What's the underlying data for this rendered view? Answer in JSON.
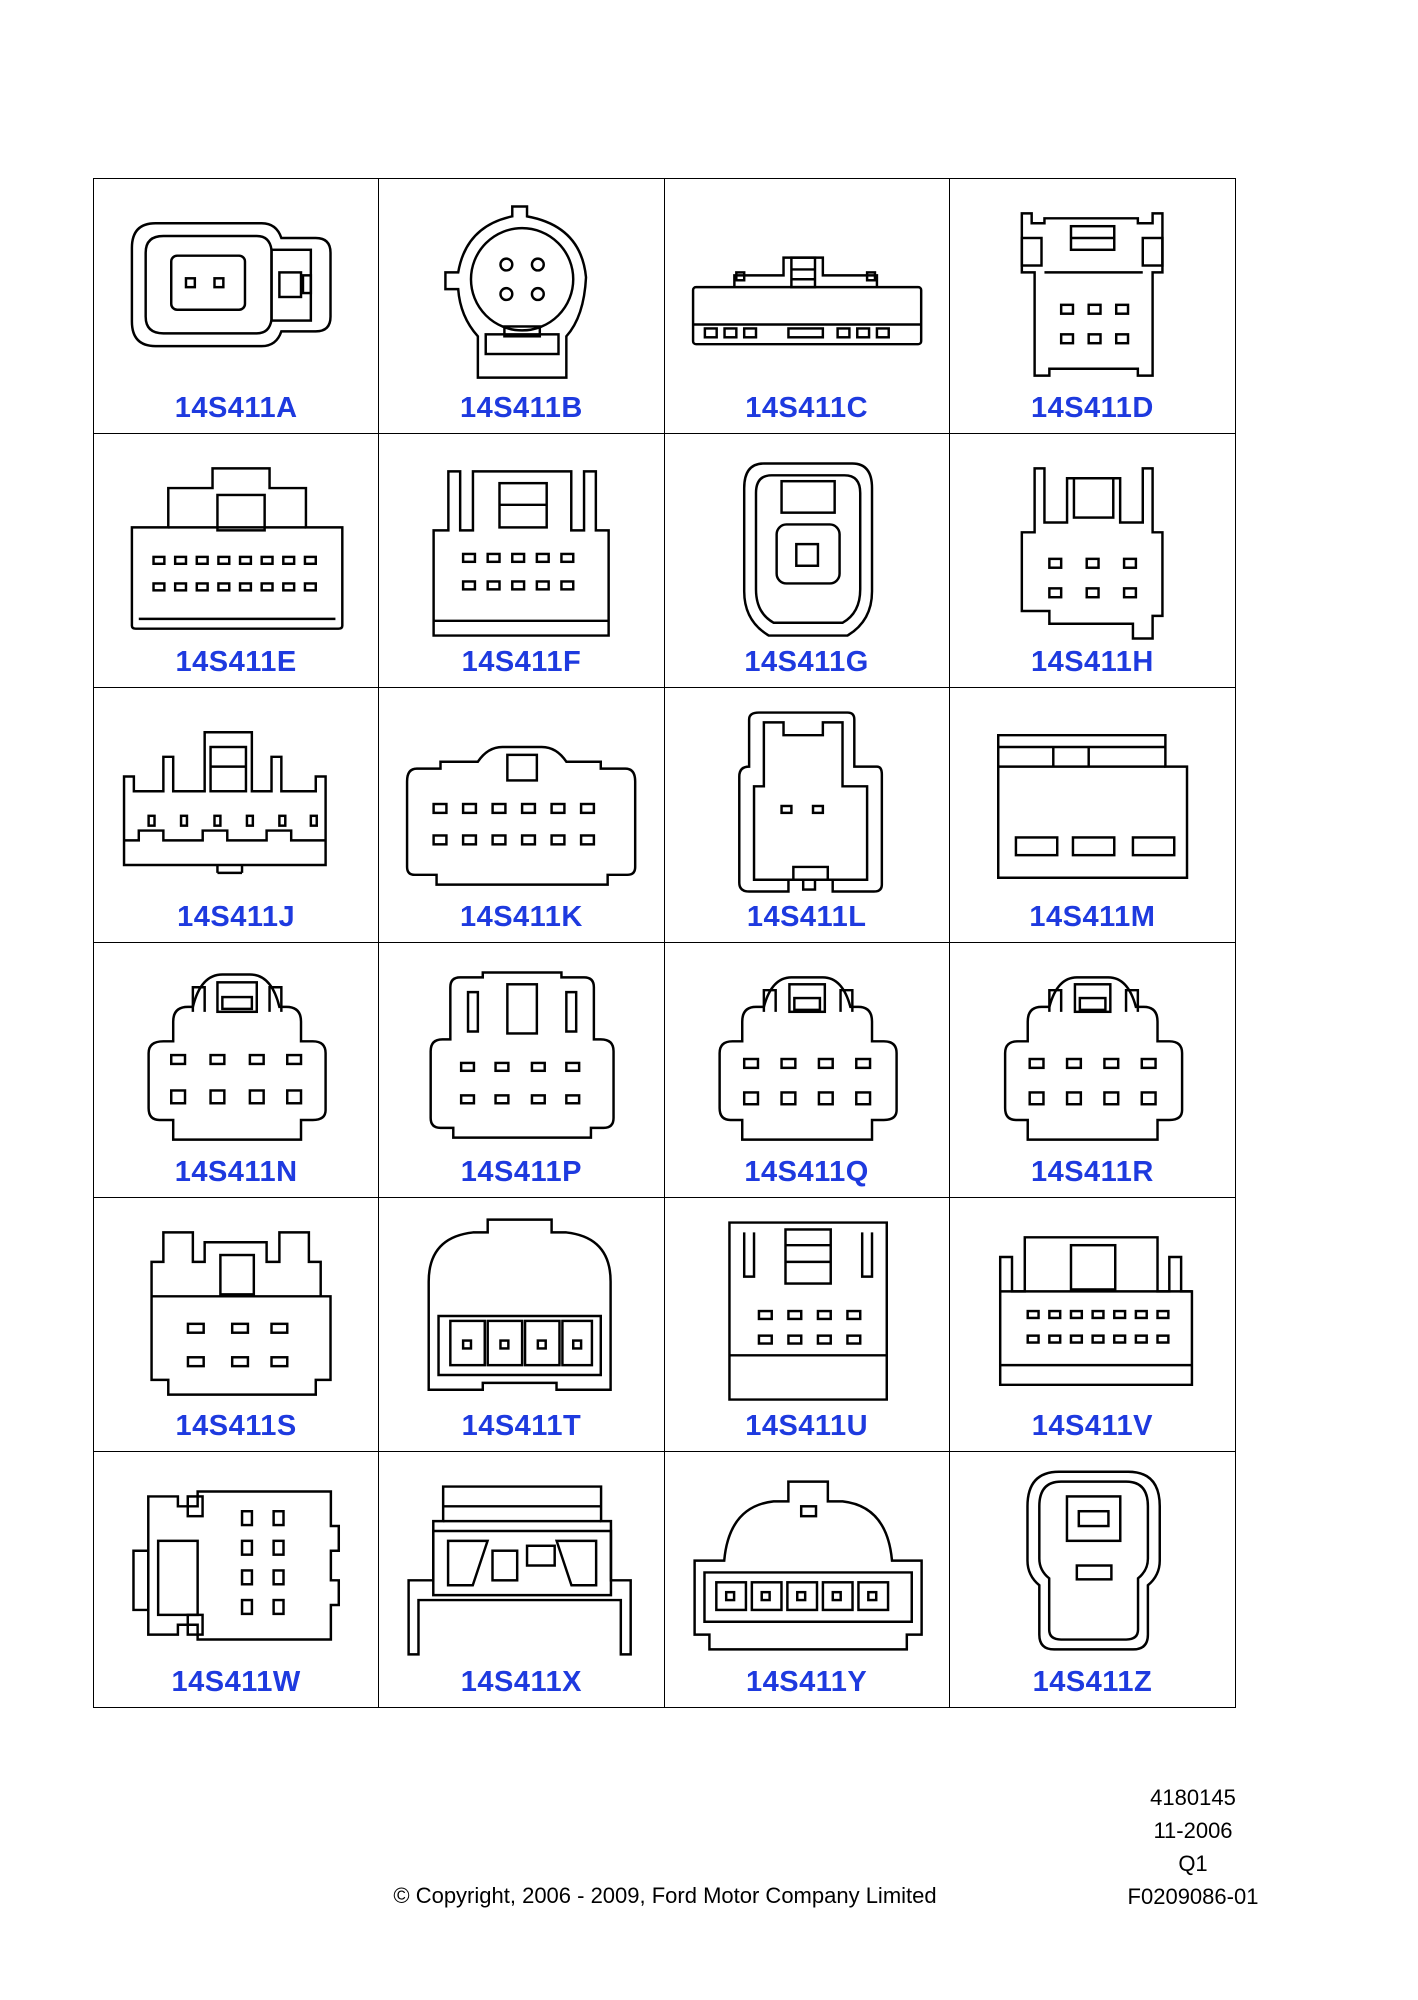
{
  "connectors": [
    {
      "label": "14S411A",
      "icon": "connector-2pin-oval-icon"
    },
    {
      "label": "14S411B",
      "icon": "connector-4pin-round-icon"
    },
    {
      "label": "14S411C",
      "icon": "connector-flat-strip-icon"
    },
    {
      "label": "14S411D",
      "icon": "connector-6pin-latched-icon"
    },
    {
      "label": "14S411E",
      "icon": "connector-16pin-icon"
    },
    {
      "label": "14S411F",
      "icon": "connector-10pin-icon"
    },
    {
      "label": "14S411G",
      "icon": "connector-1pin-sealed-icon"
    },
    {
      "label": "14S411H",
      "icon": "connector-6pin-icon"
    },
    {
      "label": "14S411J",
      "icon": "connector-comb-icon"
    },
    {
      "label": "14S411K",
      "icon": "connector-12pin-icon"
    },
    {
      "label": "14S411L",
      "icon": "connector-2pin-stepped-icon"
    },
    {
      "label": "14S411M",
      "icon": "connector-3pin-block-icon"
    },
    {
      "label": "14S411N",
      "icon": "connector-8pin-icon"
    },
    {
      "label": "14S411P",
      "icon": "connector-8pin-latched-icon"
    },
    {
      "label": "14S411Q",
      "icon": "connector-8pin-icon"
    },
    {
      "label": "14S411R",
      "icon": "connector-8pin-icon"
    },
    {
      "label": "14S411S",
      "icon": "connector-6pin-icon"
    },
    {
      "label": "14S411T",
      "icon": "connector-4pin-dome-icon"
    },
    {
      "label": "14S411U",
      "icon": "connector-8pin-latched-icon"
    },
    {
      "label": "14S411V",
      "icon": "connector-14pin-icon"
    },
    {
      "label": "14S411W",
      "icon": "connector-side-view-icon"
    },
    {
      "label": "14S411X",
      "icon": "connector-bracket-icon"
    },
    {
      "label": "14S411Y",
      "icon": "connector-6pin-flange-icon"
    },
    {
      "label": "14S411Z",
      "icon": "connector-1pin-sealed-icon"
    }
  ],
  "meta": {
    "doc_number": "4180145",
    "date": "11-2006",
    "revision": "Q1",
    "figure_id": "F0209086-01"
  },
  "copyright": "© Copyright, 2006 - 2009, Ford Motor Company Limited",
  "colors": {
    "label": "#1e3adf",
    "line": "#000000",
    "background": "#ffffff"
  }
}
